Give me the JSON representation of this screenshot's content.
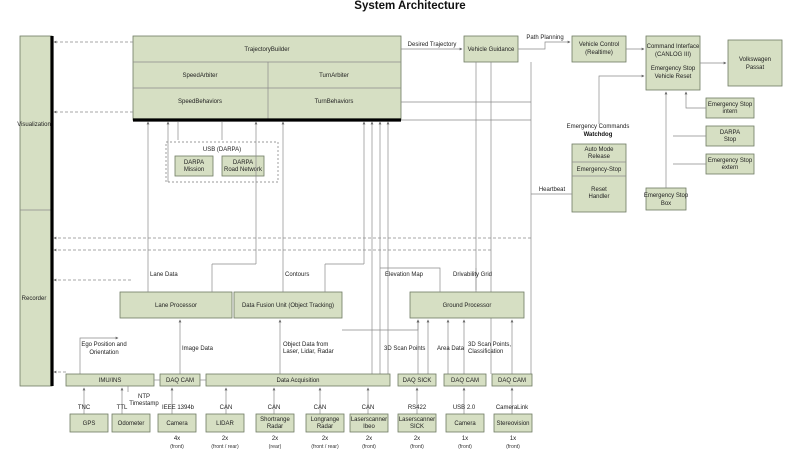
{
  "title": "System Architecture",
  "side": {
    "visualization": "Visualization",
    "recorder": "Recorder"
  },
  "planning": {
    "trajectory_builder": "TrajectoryBuilder",
    "speed_arbiter": "SpeedArbiter",
    "turn_arbiter": "TurnArbiter",
    "speed_behaviors": "SpeedBehaviors",
    "turn_behaviors": "TurnBehaviors",
    "usb_darpa": "USB (DARPA)",
    "darpa_mission": "DARPA Mission",
    "darpa_road_network": "DARPA Road Network"
  },
  "control": {
    "vehicle_guidance": "Vehicle Guidance",
    "desired_trajectory": "Desired Trajectory",
    "path_planning": "Path Planning",
    "vehicle_control": "Vehicle Control (Realtime)",
    "command_interface": "Command Interface (CANLOG III)",
    "estop_reset": "Emergency Stop Vehicle Reset",
    "vw_passat": "Volkswagen Passat",
    "estop_intern": "Emergency Stop intern",
    "darpa_stop": "DARPA Stop",
    "estop_extern": "Emergency Stop extern",
    "estop_box": "Emergency Stop Box",
    "emergency_commands": "Emergency Commands",
    "watchdog": "Watchdog",
    "auto_mode_release": "Auto Mode Release",
    "emergency_stop": "Emergency-Stop",
    "reset_handler": "Reset Handler",
    "heartbeat": "Heartbeat"
  },
  "perception": {
    "lane_data": "Lane Data",
    "contours": "Contours",
    "elevation_map": "Elevation Map",
    "drivability_grid": "Drivability Grid",
    "lane_processor": "Lane Processor",
    "data_fusion": "Data Fusion Unit (Object Tracking)",
    "ground_processor": "Ground Processor",
    "ego_position": "Ego Position and Orientation",
    "image_data": "Image Data",
    "object_data": "Object Data from Laser, Lidar, Radar",
    "scan_points": "3D Scan Points",
    "area_data": "Area Data",
    "scan_points_class": "3D Scan Points, Classification"
  },
  "acquisition": {
    "imu_ins": "IMU/INS",
    "daq_cam_1": "DAQ CAM",
    "data_acquisition": "Data Acquisition",
    "daq_sick": "DAQ SICK",
    "daq_cam_2": "DAQ CAM",
    "daq_cam_3": "DAQ CAM"
  },
  "sensors": [
    {
      "name": "GPS",
      "bus": "TNC",
      "count": "",
      "mount": ""
    },
    {
      "name": "Odometer",
      "bus": "TTL",
      "count": "",
      "mount": ""
    },
    {
      "name": "Camera",
      "bus": "IEEE 1394b",
      "count": "4x",
      "mount": "(front)"
    },
    {
      "name": "LIDAR",
      "bus": "CAN",
      "count": "2x",
      "mount": "(front / rear)"
    },
    {
      "name": "Shortrange Radar",
      "bus": "CAN",
      "count": "2x",
      "mount": "(rear)"
    },
    {
      "name": "Longrange Radar",
      "bus": "CAN",
      "count": "2x",
      "mount": "(front / rear)"
    },
    {
      "name": "Laserscanner Ibeo",
      "bus": "CAN",
      "count": "2x",
      "mount": "(front)"
    },
    {
      "name": "Laserscanner SICK",
      "bus": "RS422",
      "count": "2x",
      "mount": "(front)"
    },
    {
      "name": "Camera",
      "bus": "USB 2.0",
      "count": "1x",
      "mount": "(front)"
    },
    {
      "name": "Stereovision",
      "bus": "CameraLink",
      "count": "1x",
      "mount": "(front)"
    }
  ],
  "ntp_timestamp": "NTP Timestamp"
}
